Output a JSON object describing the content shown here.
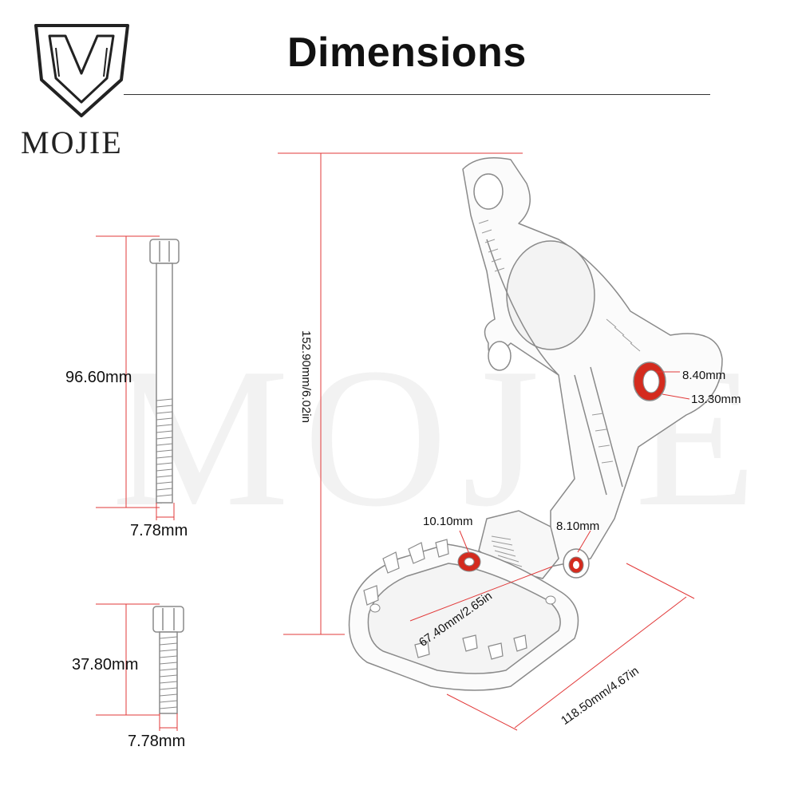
{
  "header": {
    "title": "Dimensions"
  },
  "brand": {
    "name": "MOJIE",
    "watermark": "MOJIE"
  },
  "colors": {
    "dimension_line": "#e23a3a",
    "part_outline": "#8a8a8a",
    "accent_red": "#d42b1e"
  },
  "bolts": {
    "long_bolt": {
      "length": "96.60mm",
      "diameter": "7.78mm"
    },
    "short_bolt": {
      "length": "37.80mm",
      "diameter": "7.78mm"
    }
  },
  "footpeg": {
    "height": "152.90mm/6.02in",
    "hole_top_inner": "8.40mm",
    "hole_top_outer": "13.30mm",
    "hole_left": "10.10mm",
    "hole_right": "8.10mm",
    "pad_width": "67.40mm/2.65in",
    "overall_length": "118.50mm/4.67in"
  }
}
